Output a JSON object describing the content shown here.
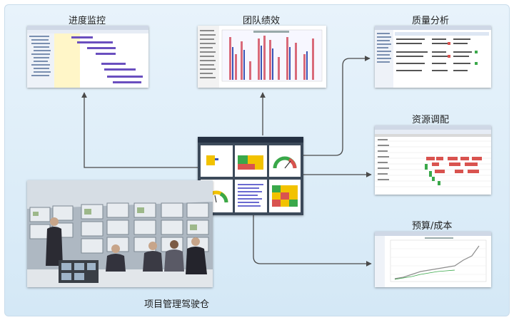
{
  "labels": {
    "progress": "进度监控",
    "team": "团队绩效",
    "quality": "质量分析",
    "resource": "资源调配",
    "budget": "预算/成本",
    "cockpit": "项目管理驾驶仓"
  },
  "colors": {
    "arrow": "#4a4a4a",
    "bar_red": "#d9534f",
    "bar_blue": "#3a54b4",
    "gantt_purple": "#6a4fbf",
    "gantt_green": "#3aa84a",
    "gauge_yellow": "#f2c200"
  }
}
